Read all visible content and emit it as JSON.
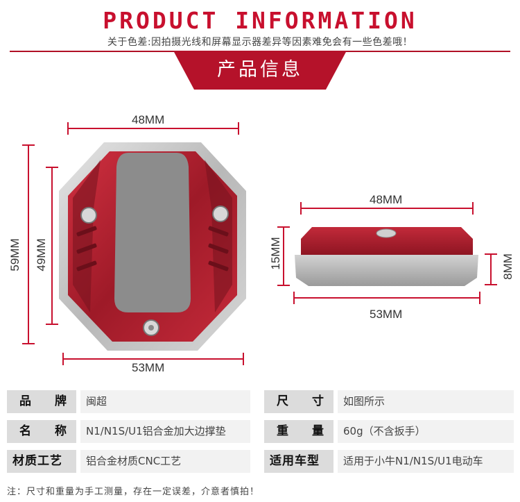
{
  "header": {
    "title": "PRODUCT INFORMATION",
    "color_note": "关于色差:因拍摄光线和屏幕显示器差异等因素难免会有一些色差哦！",
    "banner": "产品信息",
    "accent_color": "#c8102e"
  },
  "diagram_left": {
    "top_width": "48MM",
    "outer_height": "59MM",
    "inner_height": "49MM",
    "bottom_width": "53MM"
  },
  "diagram_right": {
    "top_width": "48MM",
    "total_height": "15MM",
    "base_height": "8MM",
    "bottom_width": "53MM"
  },
  "specs": {
    "brand": {
      "label_a": "品",
      "label_b": "牌",
      "value": "闽超"
    },
    "name": {
      "label_a": "名",
      "label_b": "称",
      "value": "N1/N1S/U1铝合金加大边撑垫"
    },
    "material": {
      "label": "材质工艺",
      "value": "铝合金材质CNC工艺"
    },
    "size": {
      "label_a": "尺",
      "label_b": "寸",
      "value": "如图所示"
    },
    "weight": {
      "label_a": "重",
      "label_b": "量",
      "value": "60g（不含扳手）"
    },
    "fit": {
      "label": "适用车型",
      "value": "适用于小牛N1/N1S/U1电动车"
    }
  },
  "footer_note": "注：尺寸和重量为手工测量，存在一定误差，介意者慎拍！"
}
